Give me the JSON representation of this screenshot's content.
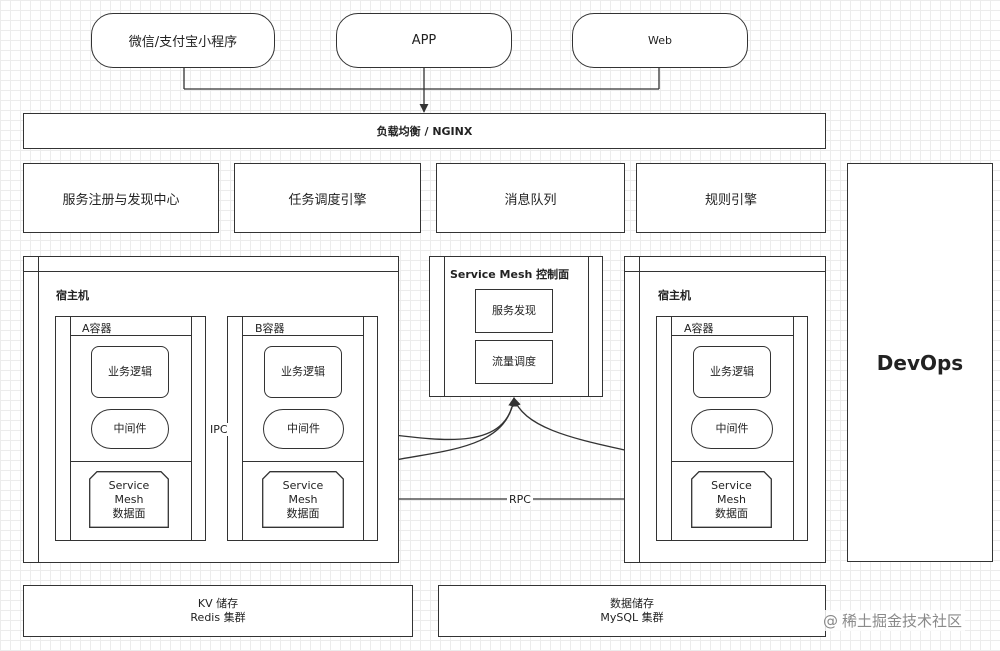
{
  "clients": [
    "微信/支付宝小程序",
    "APP",
    "Web"
  ],
  "load_balancer": "负载均衡 / NGINX",
  "services": [
    "服务注册与发现中心",
    "任务调度引擎",
    "消息队列",
    "规则引擎"
  ],
  "devops": "DevOps",
  "host_left": {
    "title": "宿主机",
    "container_a": {
      "title": "A容器",
      "business": "业务逻辑",
      "middleware": "中间件",
      "mesh": [
        "Service",
        "Mesh",
        "数据面"
      ]
    },
    "container_b": {
      "title": "B容器",
      "business": "业务逻辑",
      "middleware": "中间件",
      "mesh": [
        "Service",
        "Mesh",
        "数据面"
      ]
    }
  },
  "control_plane": {
    "title": "Service Mesh 控制面",
    "service_discovery": "服务发现",
    "traffic": "流量调度"
  },
  "host_right": {
    "title": "宿主机",
    "container_a": {
      "title": "A容器",
      "business": "业务逻辑",
      "middleware": "中间件",
      "mesh": [
        "Service",
        "Mesh",
        "数据面"
      ]
    }
  },
  "edges": {
    "ipc": "IPC",
    "rpc": "RPC"
  },
  "storage": {
    "kv": [
      "KV 储存",
      "Redis 集群"
    ],
    "data": [
      "数据储存",
      "MySQL 集群"
    ]
  },
  "watermark": "稀土掘金技术社区"
}
